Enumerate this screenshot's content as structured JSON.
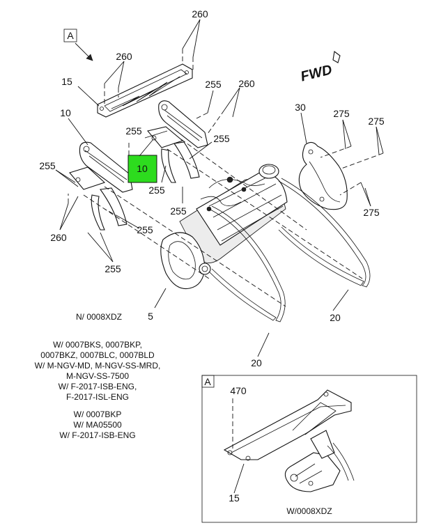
{
  "view_label": "A",
  "fwd_label": "FWD",
  "highlight": {
    "label": "10",
    "color": "#2ddc1e"
  },
  "callouts": {
    "c260_top": "260",
    "c260_left_bracket": "260",
    "c15": "15",
    "c255_a": "255",
    "c260_right": "260",
    "c10_left": "10",
    "c255_b": "255",
    "c255_c": "255",
    "c30": "30",
    "c275_a": "275",
    "c275_b": "275",
    "c255_left": "255",
    "c255_d": "255",
    "c255_e": "255",
    "c275_c": "275",
    "c260_bottom": "260",
    "c255_f": "255",
    "c255_g": "255",
    "c5": "5",
    "c20_right": "20",
    "c20_bottom": "20"
  },
  "notes": {
    "n_0008xdz": "N/ 0008XDZ",
    "w_block_1": [
      "W/ 0007BKS, 0007BKP,",
      "0007BKZ, 0007BLC, 0007BLD",
      "W/ M-NGV-MD, M-NGV-SS-MRD,",
      "M-NGV-SS-7500",
      "W/ F-2017-ISB-ENG,",
      "F-2017-ISL-ENG"
    ],
    "w_block_2": [
      "W/ 0007BKP",
      "W/ MA05500",
      "W/ F-2017-ISB-ENG"
    ]
  },
  "detail": {
    "view_label": "A",
    "c470": "470",
    "c15": "15",
    "caption": "W/0008XDZ"
  }
}
